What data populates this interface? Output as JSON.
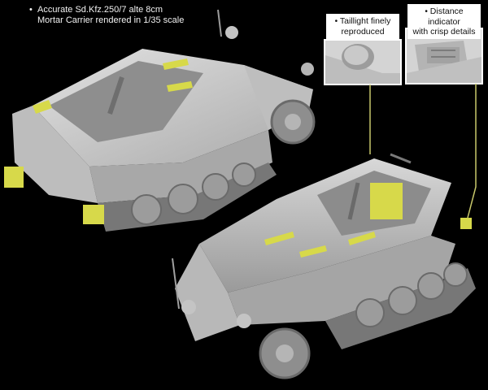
{
  "caption": {
    "line1": "Accurate Sd.Kfz.250/7 alte 8cm",
    "line2": "Mortar Carrier rendered in 1/35 scale"
  },
  "callouts": {
    "taillight": {
      "line1": "Taillight finely",
      "line2": "reproduced"
    },
    "distance": {
      "line1": "Distance indicator",
      "line2": "with crisp details"
    }
  },
  "colors": {
    "background": "#000000",
    "model_grey": "#c8c8c8",
    "highlight": "#d7d94a",
    "leader_line": "#c7c76a"
  }
}
